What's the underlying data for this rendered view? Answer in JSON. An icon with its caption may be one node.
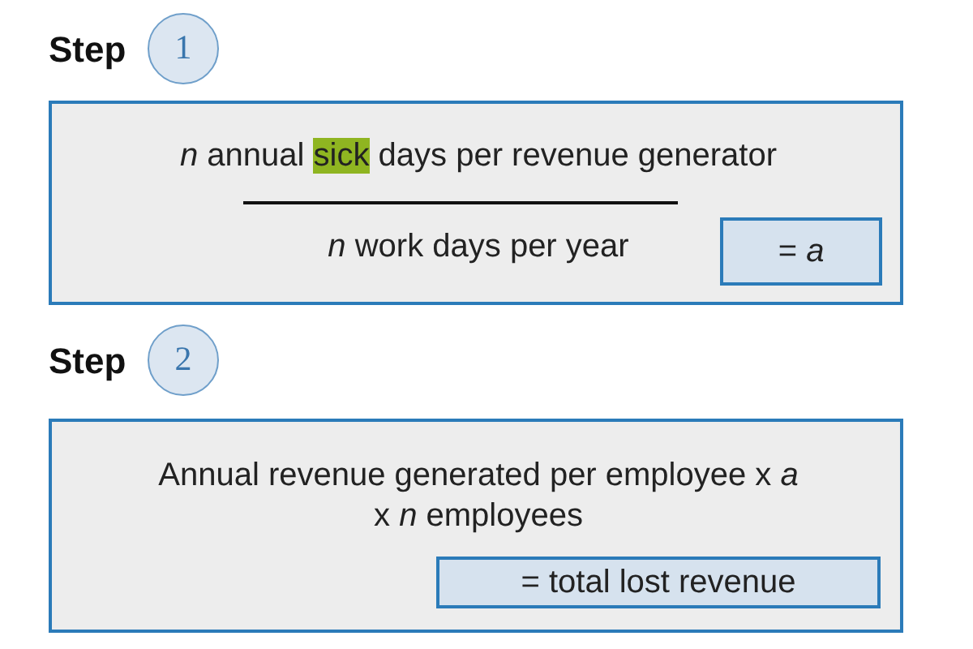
{
  "diagram": {
    "nodes": [
      {
        "text": [
          "1"
        ],
        "beside": [
          "Step"
        ]
      },
      {
        "text": [
          "*n* annual sick days per revenue generator",
          "*n* work days per year"
        ]
      },
      {
        "text": [
          "= *a*"
        ],
        "in": 1
      },
      {
        "text": [
          "2"
        ],
        "beside": [
          "Step"
        ]
      },
      {
        "text": [
          "Annual revenue generated per employee x *a* x *n* employees"
        ]
      },
      {
        "text": [
          "= total lost revenue"
        ],
        "in": 4
      }
    ]
  }
}
